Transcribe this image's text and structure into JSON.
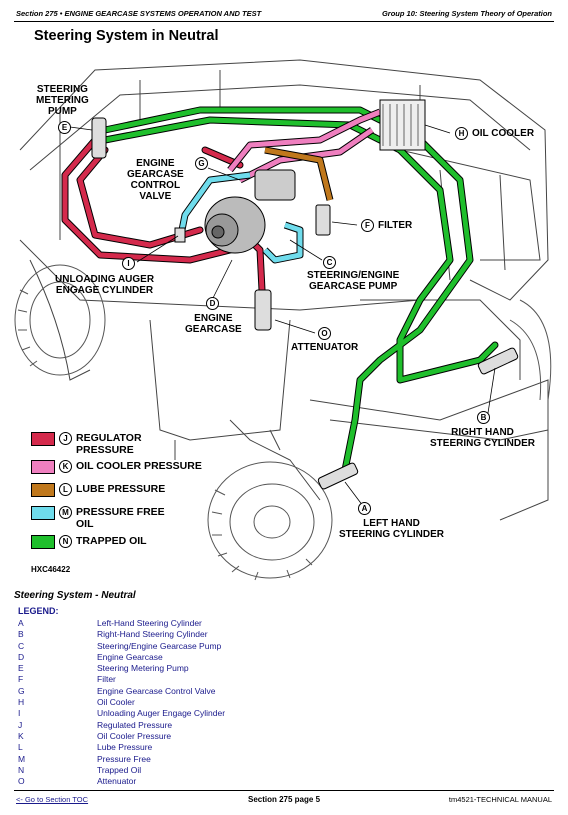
{
  "header": {
    "left": "Section 275 • ENGINE GEARCASE SYSTEMS OPERATION AND TEST",
    "right": "Group 10: Steering System Theory of Operation"
  },
  "figure": {
    "title": "Steering System in Neutral",
    "id": "HXC46422",
    "caption": "Steering System - Neutral"
  },
  "callouts": {
    "E": {
      "letter": "E",
      "label": "STEERING\nMETERING\nPUMP"
    },
    "G": {
      "letter": "G",
      "label": "ENGINE\nGEARCASE\nCONTROL\nVALVE"
    },
    "H": {
      "letter": "H",
      "label": "OIL COOLER"
    },
    "F": {
      "letter": "F",
      "label": "FILTER"
    },
    "I": {
      "letter": "I",
      "label": "UNLOADING AUGER\nENGAGE CYLINDER"
    },
    "C": {
      "letter": "C",
      "label": "STEERING/ENGINE\nGEARCASE PUMP"
    },
    "D": {
      "letter": "D",
      "label": "ENGINE\nGEARCASE"
    },
    "O": {
      "letter": "O",
      "label": "ATTENUATOR"
    },
    "B": {
      "letter": "B",
      "label": "RIGHT HAND\nSTEERING CYLINDER"
    },
    "A": {
      "letter": "A",
      "label": "LEFT HAND\nSTEERING CYLINDER"
    }
  },
  "color_legend": [
    {
      "letter": "J",
      "label": "REGULATOR\nPRESSURE",
      "color": "#d42a4c"
    },
    {
      "letter": "K",
      "label": "OIL COOLER PRESSURE",
      "color": "#ef7fbf"
    },
    {
      "letter": "L",
      "label": "LUBE PRESSURE",
      "color": "#c0781c"
    },
    {
      "letter": "M",
      "label": "PRESSURE FREE\nOIL",
      "color": "#6fdcec"
    },
    {
      "letter": "N",
      "label": "TRAPPED OIL",
      "color": "#1fbf2c"
    }
  ],
  "legend": {
    "title": "LEGEND:",
    "items": [
      {
        "letter": "A",
        "text": "Left-Hand Steering Cylinder"
      },
      {
        "letter": "B",
        "text": "Right-Hand Steering Cylinder"
      },
      {
        "letter": "C",
        "text": "Steering/Engine Gearcase Pump"
      },
      {
        "letter": "D",
        "text": "Engine Gearcase"
      },
      {
        "letter": "E",
        "text": "Steering Metering Pump"
      },
      {
        "letter": "F",
        "text": "Filter"
      },
      {
        "letter": "G",
        "text": "Engine Gearcase Control Valve"
      },
      {
        "letter": "H",
        "text": "Oil Cooler"
      },
      {
        "letter": "I",
        "text": "Unloading Auger Engage Cylinder"
      },
      {
        "letter": "J",
        "text": "Regulated Pressure"
      },
      {
        "letter": "K",
        "text": "Oil Cooler Pressure"
      },
      {
        "letter": "L",
        "text": "Lube Pressure"
      },
      {
        "letter": "M",
        "text": "Pressure Free"
      },
      {
        "letter": "N",
        "text": "Trapped Oil"
      },
      {
        "letter": "O",
        "text": "Attenuator"
      }
    ]
  },
  "footer": {
    "left": "<- Go to Section TOC",
    "center": "Section 275 page 5",
    "right": "tm4521-TECHNICAL MANUAL"
  }
}
